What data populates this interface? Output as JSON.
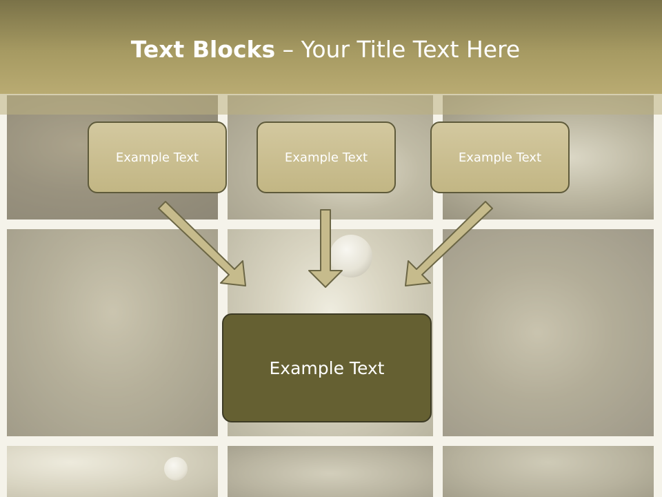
{
  "slide": {
    "title_bold": "Text Blocks",
    "title_rest": " – Your Title Text Here"
  },
  "blocks": {
    "top": [
      "Example Text",
      "Example Text",
      "Example Text"
    ],
    "main": "Example Text"
  },
  "colors": {
    "title_band": "#a69a62",
    "small_box": "#c8bc8a",
    "main_box": "#656032",
    "arrow_fill": "#c6bb8c",
    "arrow_stroke": "#6b6645"
  }
}
